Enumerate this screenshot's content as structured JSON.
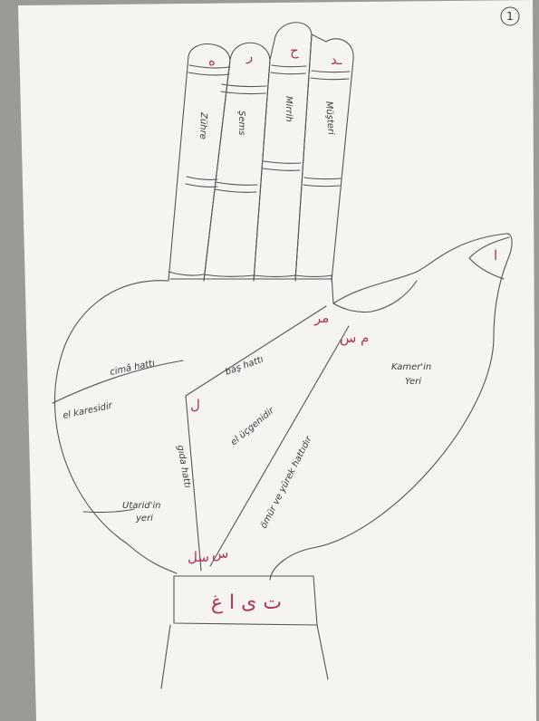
{
  "page_number": "1",
  "fingers": {
    "index": "Müşteri",
    "middle": "Mirrih",
    "ring": "Şems",
    "little": "Zühre"
  },
  "finger_symbols": {
    "index": "ـد",
    "middle": "ح",
    "ring": "ر",
    "little": "ه"
  },
  "thumb_symbol": "ا",
  "regions": {
    "moon": [
      "Kamer'in",
      "Yeri"
    ],
    "mercury": [
      "Utarid'in",
      "yeri"
    ],
    "square": "el karesidir",
    "triangle": "el üçgenidir"
  },
  "lines": {
    "cima": "cimâ hattı",
    "bas": "baş hattı",
    "gida": "gıda hattı",
    "omur": "ömür ve yürek hattıdır"
  },
  "line_symbols": {
    "head_end": "مر",
    "life_start": "م س",
    "gida_top": "ل",
    "gida_bottom": "سل",
    "omur_bottom": "س"
  },
  "wrist_text": "ت ى ا غ",
  "colors": {
    "paper": "#f5f4f1",
    "pencil": "#555555",
    "ink": "#b0335a"
  }
}
